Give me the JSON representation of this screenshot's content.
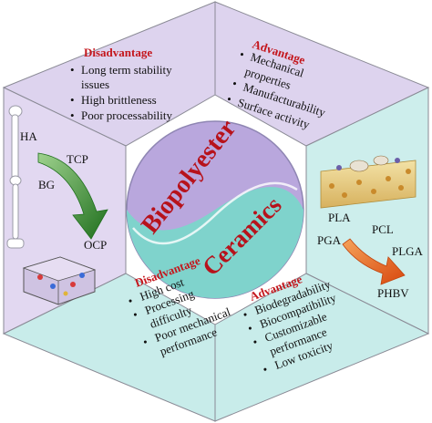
{
  "center": {
    "top_label": "Biopolyester",
    "bottom_label": "Ceramics"
  },
  "top_left": {
    "title": "Disadvantage",
    "items": [
      "Long term stability",
      "issues",
      "High brittleness",
      "Poor processability"
    ]
  },
  "top_right": {
    "title": "Advantage",
    "items": [
      "Mechanical",
      "properties",
      "Manufacturability",
      "Surface activity"
    ]
  },
  "bottom_left": {
    "title": "Disadvantage",
    "items": [
      "High cost",
      "Processing",
      "difficulty",
      "Poor mechanical",
      "performance"
    ]
  },
  "bottom_right": {
    "title": "Advantage",
    "items": [
      "Biodegradability",
      "Biocompatibility",
      "Customizable",
      "performance",
      "Low toxicity"
    ]
  },
  "left_panel": {
    "labels": [
      "HA",
      "TCP",
      "BG",
      "OCP"
    ]
  },
  "right_panel": {
    "labels": [
      "PLA",
      "PCL",
      "PGA",
      "PLGA",
      "PHBV"
    ]
  },
  "colors": {
    "lavender": "#ddd3ee",
    "lavender_dark": "#b9a7dd",
    "mint": "#c8ecea",
    "mint_dark": "#7fd3cc",
    "accent_red": "#c4161c",
    "arrow_green": "#2d8a2b",
    "arrow_orange": "#e8641b"
  }
}
